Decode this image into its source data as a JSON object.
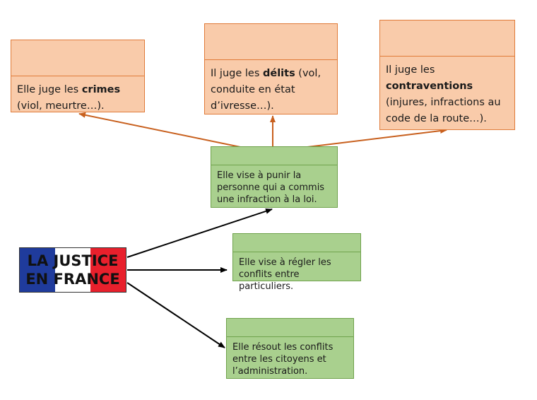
{
  "title": {
    "line1": "LA JUSTICE",
    "line2": "EN FRANCE"
  },
  "top_boxes": [
    {
      "before": "Elle juge les ",
      "bold": "crimes",
      "after": " (viol, meurtre…)."
    },
    {
      "before": "Il juge les ",
      "bold": "délits",
      "after": " (vol, conduite en état d’ivresse…)."
    },
    {
      "before": "Il juge les ",
      "bold": "contraventions",
      "after": " (injures, infractions au code de la route…)."
    }
  ],
  "branches": [
    "Elle vise à punir la personne qui a commis une infraction à la loi.",
    "Elle vise à régler les conflits entre particuliers.",
    "Elle résout les conflits entre les citoyens et l’administration."
  ],
  "colors": {
    "orange_fill": "#f9cbaa",
    "orange_arrow": "#c8601e",
    "green_fill": "#a9d08e",
    "flag_blue": "#1f3b9c",
    "flag_red": "#e8202c"
  }
}
